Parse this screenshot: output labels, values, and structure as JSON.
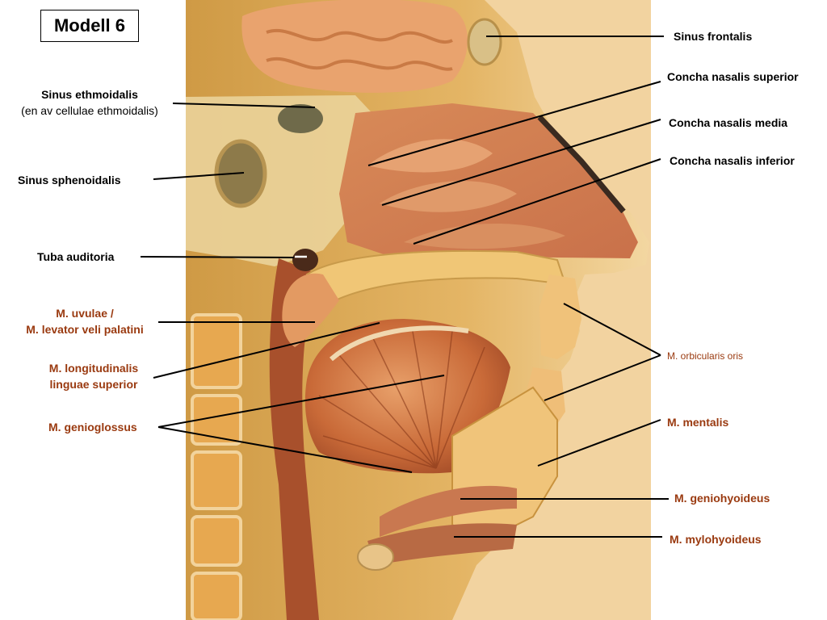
{
  "title": "Modell 6",
  "colors": {
    "label_brown": "#9a3a10",
    "label_black": "#000000",
    "specimen_base": "#e2b05a"
  },
  "labels": {
    "sinus_frontalis": "Sinus frontalis",
    "concha_superior": "Concha nasalis superior",
    "concha_media": "Concha nasalis media",
    "concha_inferior": "Concha nasalis inferior",
    "sinus_ethmoidalis": "Sinus ethmoidalis",
    "sinus_ethmoidalis_sub": "(en av cellulae ethmoidalis)",
    "sinus_sphenoidalis": "Sinus sphenoidalis",
    "tuba_auditoria": "Tuba auditoria",
    "m_uvulae_1": "M. uvulae /",
    "m_uvulae_2": "M. levator veli palatini",
    "m_longitudinalis_1": "M. longitudinalis",
    "m_longitudinalis_2": "linguae superior",
    "m_genioglossus": "M. genioglossus",
    "m_orbicularis": "M. orbicularis oris",
    "m_mentalis": "M. mentalis",
    "m_geniohyoideus": "M. geniohyoideus",
    "m_mylohyoideus": "M. mylohyoideus"
  }
}
